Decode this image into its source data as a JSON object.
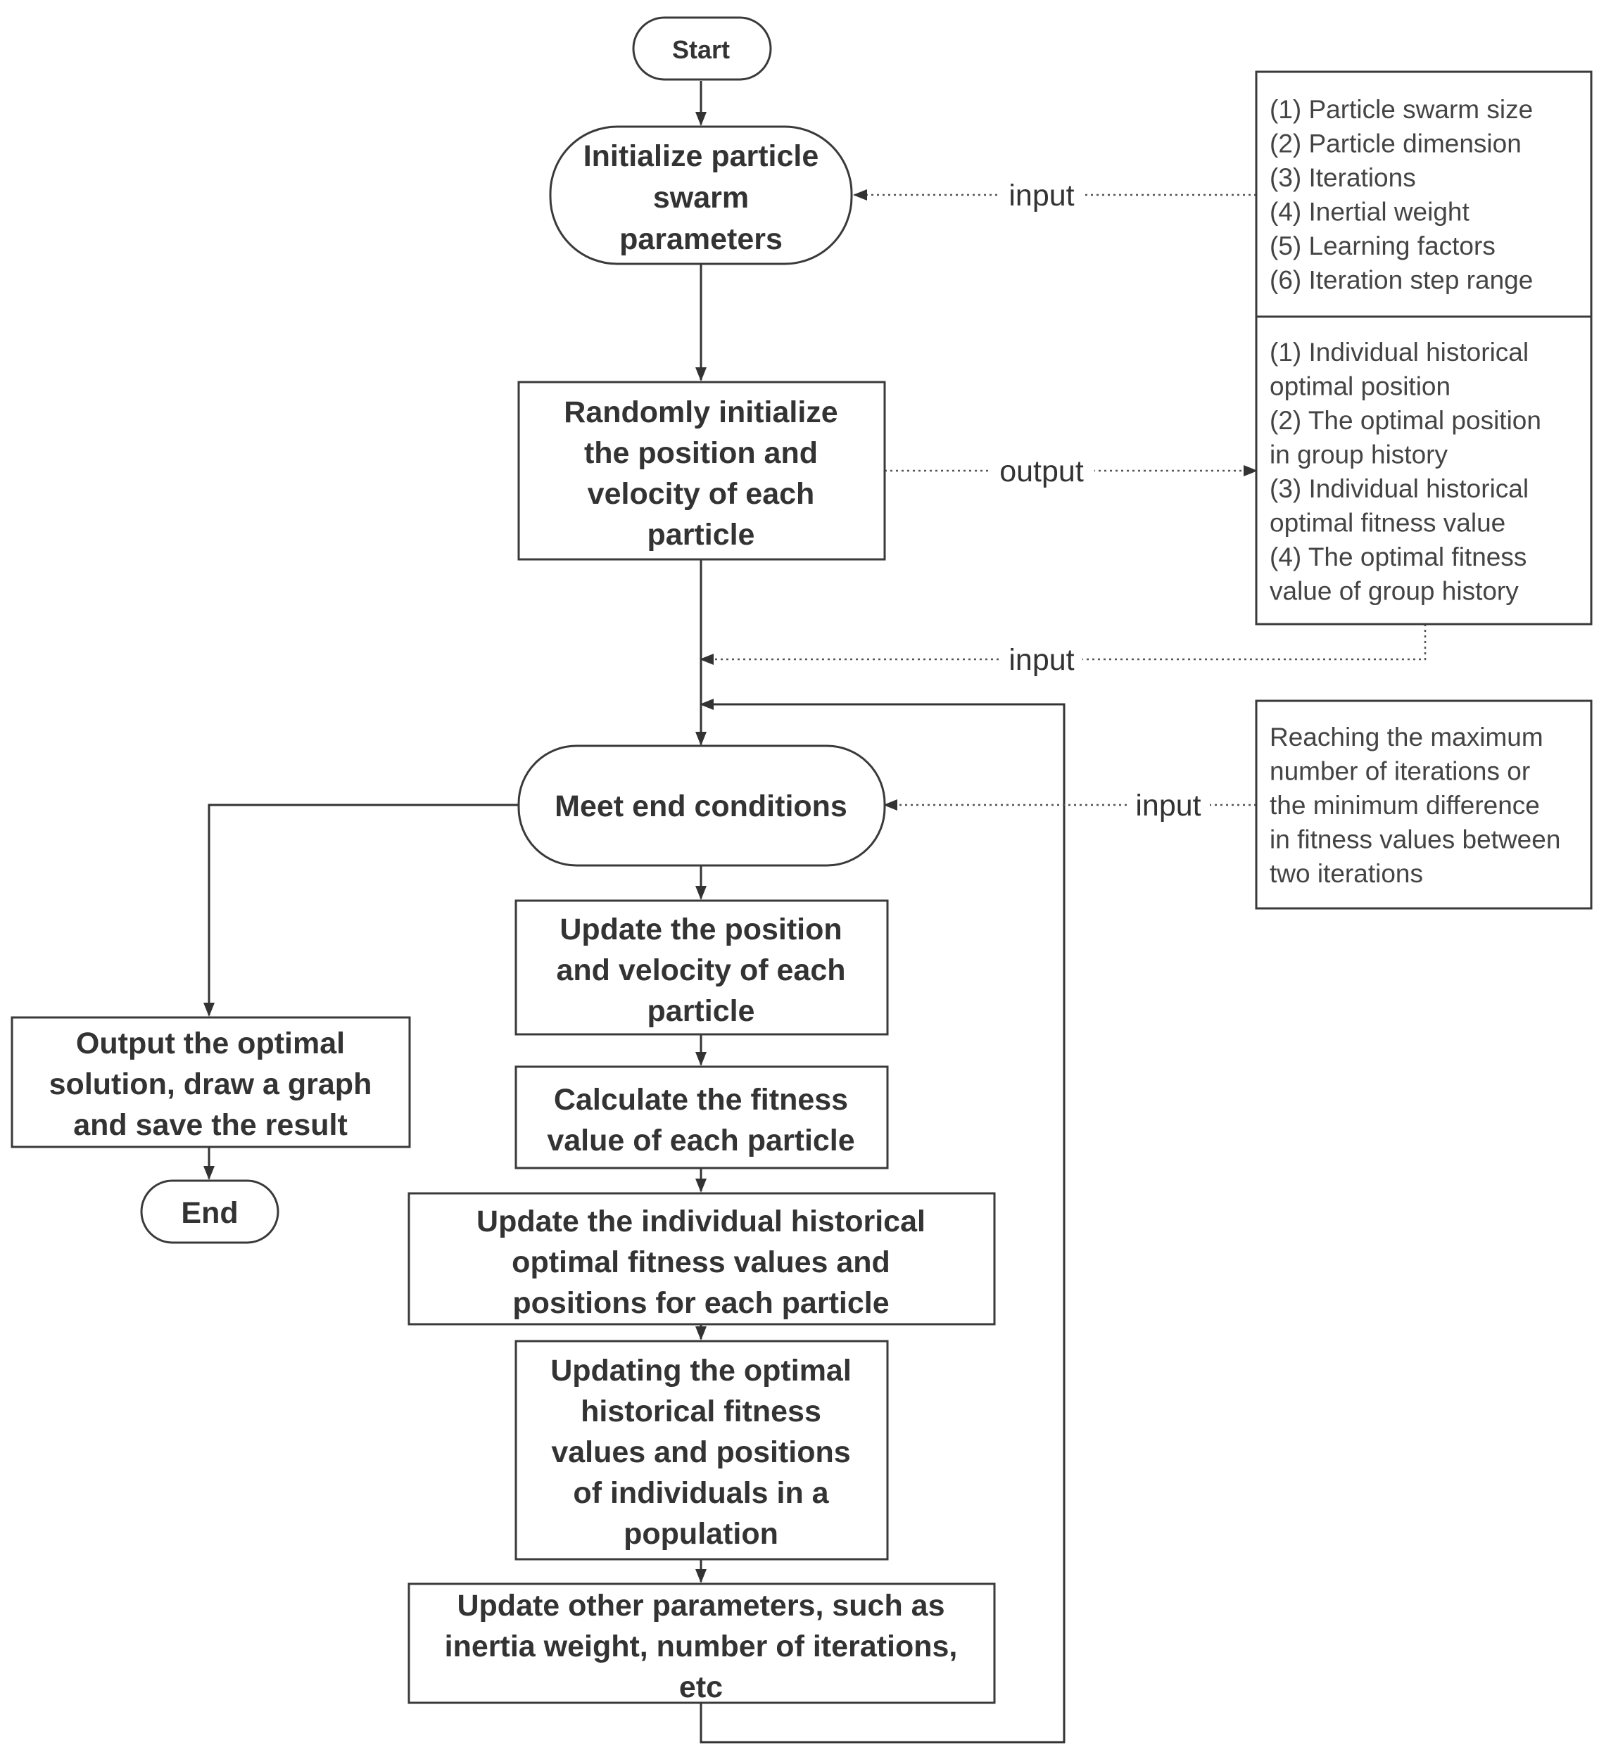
{
  "nodes": {
    "start": {
      "lines": [
        "Start"
      ]
    },
    "init_params": {
      "lines": [
        "Initialize particle",
        "swarm",
        "parameters"
      ]
    },
    "random_init": {
      "lines": [
        "Randomly initialize",
        "the position and",
        "velocity of each",
        "particle"
      ]
    },
    "end_condition": {
      "lines": [
        "Meet end conditions"
      ]
    },
    "update_pos_vel": {
      "lines": [
        "Update the position",
        "and velocity of each",
        "particle"
      ]
    },
    "calc_fitness": {
      "lines": [
        "Calculate the fitness",
        "value of each particle"
      ]
    },
    "update_individual": {
      "lines": [
        "Update the individual historical",
        "optimal fitness values and",
        "positions for each particle"
      ]
    },
    "update_group": {
      "lines": [
        "Updating the optimal",
        "historical fitness",
        "values and positions",
        "of individuals in a",
        "population"
      ]
    },
    "update_other": {
      "lines": [
        "Update other parameters, such as",
        "inertia weight, number of iterations,",
        "etc"
      ]
    },
    "output_result": {
      "lines": [
        "Output the optimal",
        "solution, draw a graph",
        "and save the result"
      ]
    },
    "end": {
      "lines": [
        "End"
      ]
    }
  },
  "side_boxes": {
    "parameters": {
      "lines": [
        "(1) Particle swarm size",
        "(2) Particle dimension",
        "(3) Iterations",
        "(4) Inertial weight",
        "(5) Learning factors",
        "(6) Iteration step range"
      ]
    },
    "history": {
      "lines": [
        "(1) Individual historical",
        "optimal position",
        "(2) The optimal position",
        "in group history",
        "(3) Individual historical",
        "optimal fitness value",
        "(4) The optimal fitness",
        "value of group history"
      ]
    },
    "end_criteria": {
      "lines": [
        "Reaching the maximum",
        "number of iterations or",
        "the minimum difference",
        "in fitness values between",
        "two iterations"
      ]
    }
  },
  "edge_labels": {
    "params_input": "input",
    "history_output": "output",
    "history_input": "input",
    "criteria_input": "input"
  }
}
